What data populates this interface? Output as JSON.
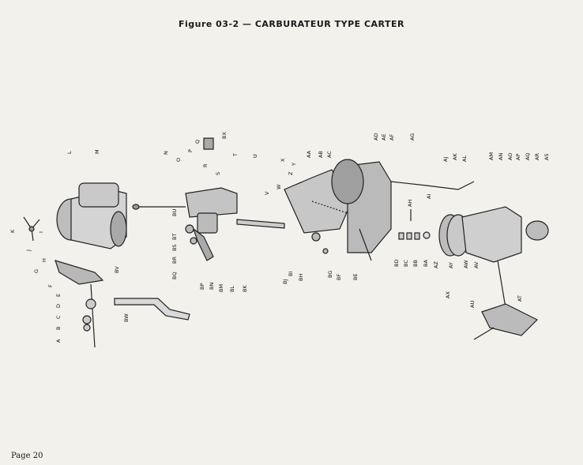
{
  "title": "Figure 03-2 — CARBURATEUR TYPE CARTER",
  "page_label": "Page 20",
  "labels": [
    "L",
    "M",
    "K",
    "J",
    "G",
    "H",
    "F",
    "E",
    "D",
    "C",
    "B",
    "A",
    "I",
    "N",
    "O",
    "P",
    "Q",
    "R",
    "S",
    "T",
    "U",
    "V",
    "W",
    "X",
    "Y",
    "Z",
    "BX",
    "BU",
    "BT",
    "BS",
    "BR",
    "BQ",
    "BP",
    "BN",
    "BM",
    "BL",
    "BK",
    "BJ",
    "BI",
    "BH",
    "BG",
    "BF",
    "BE",
    "BD",
    "BC",
    "BB",
    "BA",
    "BV",
    "BW",
    "AA",
    "AB",
    "AC",
    "AD",
    "AE",
    "AF",
    "AG",
    "AH",
    "AI",
    "AJ",
    "AK",
    "AL",
    "AM",
    "AN",
    "AO",
    "AP",
    "AQ",
    "AR",
    "AS",
    "AT",
    "AU",
    "AV",
    "AW",
    "AX",
    "AY",
    "AZ"
  ]
}
